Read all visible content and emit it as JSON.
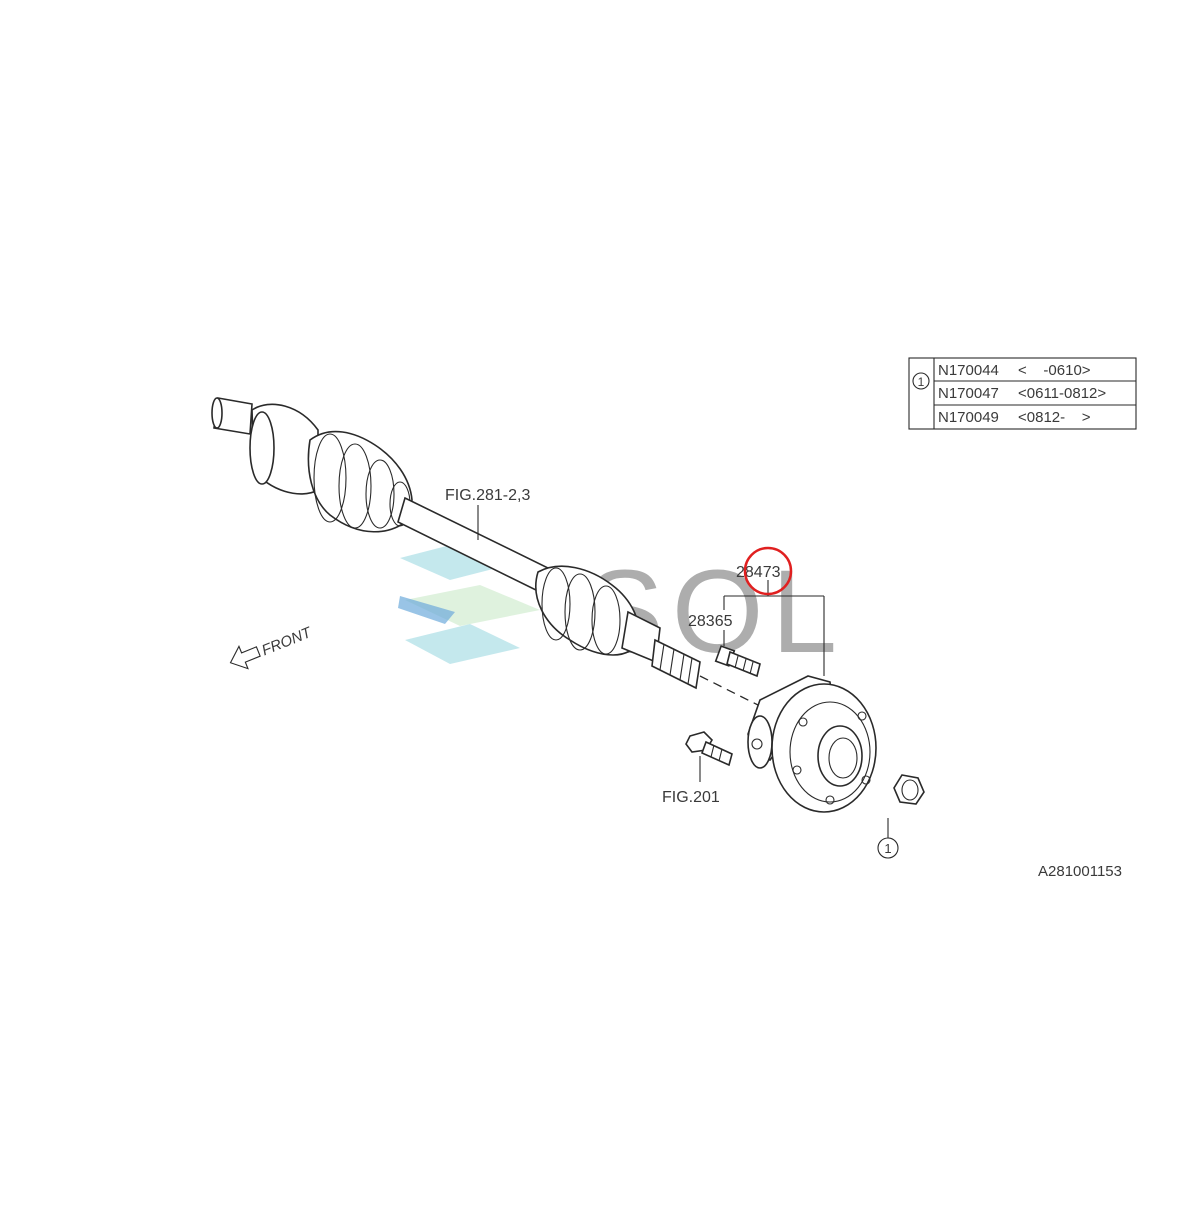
{
  "legend": {
    "marker": "1",
    "rows": [
      {
        "code": "N170044",
        "range": "<    -0610>"
      },
      {
        "code": "N170047",
        "range": "<0611-0812>"
      },
      {
        "code": "N170049",
        "range": "<0812-    >"
      }
    ]
  },
  "labels": {
    "fig_shaft": "FIG.281-2,3",
    "part_hub": "28473",
    "part_bolt": "28365",
    "fig_bolt": "FIG.201",
    "front": "FRONT",
    "callout_nut": "1",
    "diagram_id": "A281001153"
  },
  "watermark": {
    "text": "SOL",
    "color": "#7ccfd8",
    "stripe_colors": [
      "#6fc6d3",
      "#b9e2b8",
      "#3d8fcf"
    ]
  },
  "highlight_color": "#e02020"
}
